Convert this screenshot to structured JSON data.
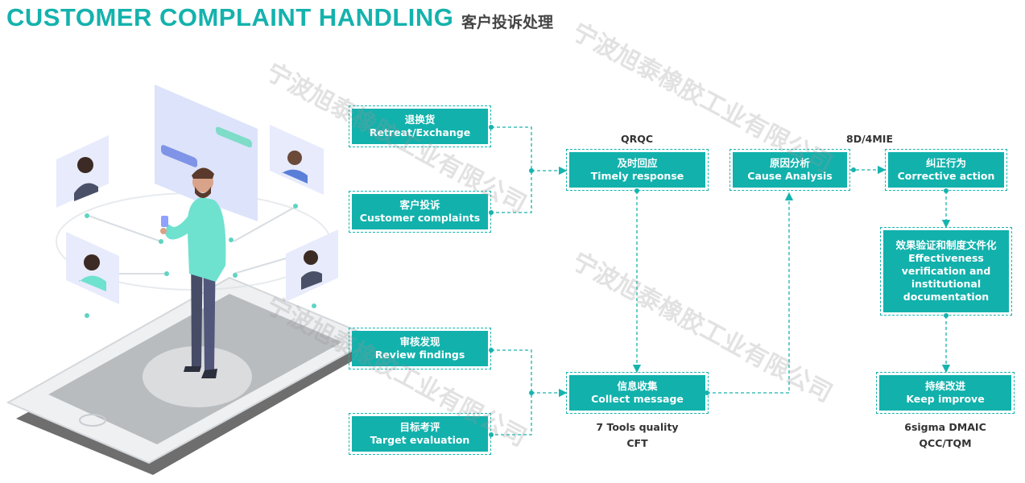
{
  "header": {
    "title": "CUSTOMER COMPLAINT HANDLING",
    "subtitle": "客户投诉处理"
  },
  "colors": {
    "accent": "#12b1ac",
    "box_border": "#17b4ae",
    "text_dark": "#333333"
  },
  "boxes": {
    "retreat": {
      "zh": "退换货",
      "en": "Retreat/Exchange"
    },
    "complaints": {
      "zh": "客户投诉",
      "en": "Customer complaints"
    },
    "review": {
      "zh": "审核发现",
      "en": "Review findings"
    },
    "target": {
      "zh": "目标考评",
      "en": "Target evaluation"
    },
    "timely": {
      "zh": "及时回应",
      "en": "Timely response"
    },
    "collect": {
      "zh": "信息收集",
      "en": "Collect message"
    },
    "cause": {
      "zh": "原因分析",
      "en": "Cause Analysis"
    },
    "corrective": {
      "zh": "纠正行为",
      "en": "Corrective action"
    },
    "effect": {
      "zh": "效果验证和制度文件化",
      "en1": "Effectiveness",
      "en2": "verification and",
      "en3": "institutional",
      "en4": "documentation"
    },
    "keep": {
      "zh": "持续改进",
      "en": "Keep improve"
    }
  },
  "labels": {
    "qrqc": "QRQC",
    "eightd": "8D/4MIE",
    "seven_tools": "7 Tools quality",
    "cft": "CFT",
    "sigma": "6sigma DMAIC",
    "qcc": "QCC/TQM"
  },
  "watermark": "宁波旭泰橡胶工业有限公司"
}
